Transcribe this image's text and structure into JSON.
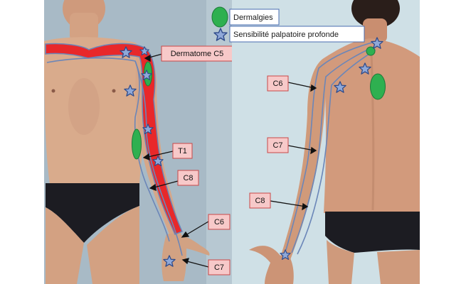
{
  "legend": {
    "items": [
      {
        "label": "Dermalgies",
        "symbol": "green-ellipse-icon"
      },
      {
        "label": "Sensibilité palpatoire profonde",
        "symbol": "blue-star-icon"
      }
    ]
  },
  "front_labels": {
    "c5": "Dermatome C5",
    "t1": "T1",
    "c8": "C8",
    "c6": "C6",
    "c7": "C7"
  },
  "back_labels": {
    "c6": "C6",
    "c7": "C7",
    "c8": "C8"
  },
  "colors": {
    "label_fill": "#f7c9c9",
    "label_border": "#c94848",
    "dermatome_red": "#e8282a",
    "dermatome_line": "#6b86b8",
    "dermalgia_green": "#2eb050",
    "star_fill": "#8fa8d8",
    "star_stroke": "#2e4a8a",
    "left_bg": "#a8bac6",
    "right_bg": "#cfe0e6",
    "skin": "#d9a98a",
    "brief": "#1c1c22"
  }
}
